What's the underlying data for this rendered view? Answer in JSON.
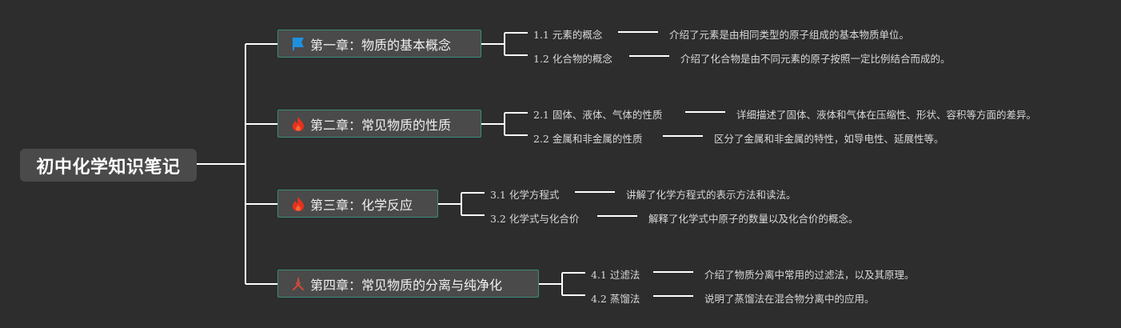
{
  "root": {
    "title": "初中化学知识笔记"
  },
  "chapters": [
    {
      "title": "第一章：物质的基本概念",
      "icon": "flag-icon",
      "icon_color": "#1e90e0",
      "sections": [
        {
          "title": "1.1 元素的概念",
          "desc": "介绍了元素是由相同类型的原子组成的基本物质单位。"
        },
        {
          "title": "1.2 化合物的概念",
          "desc": "介绍了化合物是由不同元素的原子按照一定比例结合而成的。"
        }
      ]
    },
    {
      "title": "第二章：常见物质的性质",
      "icon": "fire-icon",
      "icon_color": "#e8301e",
      "sections": [
        {
          "title": "2.1 固体、液体、气体的性质",
          "desc": "详细描述了固体、液体和气体在压缩性、形状、容积等方面的差异。"
        },
        {
          "title": "2.2 金属和非金属的性质",
          "desc": "区分了金属和非金属的特性，如导电性、延展性等。"
        }
      ]
    },
    {
      "title": "第三章：化学反应",
      "icon": "fire-icon",
      "icon_color": "#e8301e",
      "sections": [
        {
          "title": "3.1 化学方程式",
          "desc": "讲解了化学方程式的表示方法和读法。"
        },
        {
          "title": "3.2 化学式与化合价",
          "desc": "解释了化学式中原子的数量以及化合价的概念。"
        }
      ]
    },
    {
      "title": "第四章：常见物质的分离与纯净化",
      "icon": "tools-icon",
      "icon_color": "#d04a3a",
      "sections": [
        {
          "title": "4.1 过滤法",
          "desc": "介绍了物质分离中常用的过滤法，以及其原理。"
        },
        {
          "title": "4.2 蒸馏法",
          "desc": "说明了蒸馏法在混合物分离中的应用。"
        }
      ]
    }
  ]
}
